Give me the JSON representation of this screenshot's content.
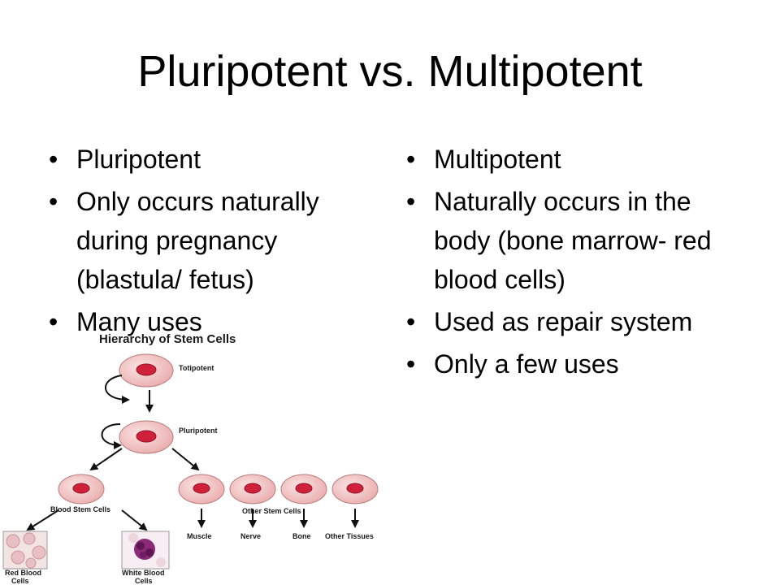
{
  "slide": {
    "title": "Pluripotent vs. Multipotent"
  },
  "left_column": {
    "items": [
      "Pluripotent",
      "Only occurs naturally during pregnancy (blastula/ fetus)",
      "Many uses"
    ]
  },
  "right_column": {
    "items": [
      "Multipotent",
      "Naturally occurs in the body (bone marrow- red blood cells)",
      "Used as repair system",
      "Only a few uses"
    ]
  },
  "bullet_glyph": "•",
  "diagram": {
    "heading": "Hierarchy of Stem Cells",
    "totipotent": "Totipotent",
    "pluripotent": "Pluripotent",
    "blood_stem_cells": "Blood Stem Cells",
    "other_stem_cells": "Other Stem Cells",
    "muscle": "Muscle",
    "nerve": "Nerve",
    "bone": "Bone",
    "other_tissues": "Other Tissues",
    "red_blood_cells_1": "Red Blood",
    "red_blood_cells_2": "Cells",
    "white_blood_cells_1": "White Blood",
    "white_blood_cells_2": "Cells"
  },
  "colors": {
    "cell_fill": "#f2c4c4",
    "nucleus_fill": "#d0213a",
    "text": "#000000"
  }
}
